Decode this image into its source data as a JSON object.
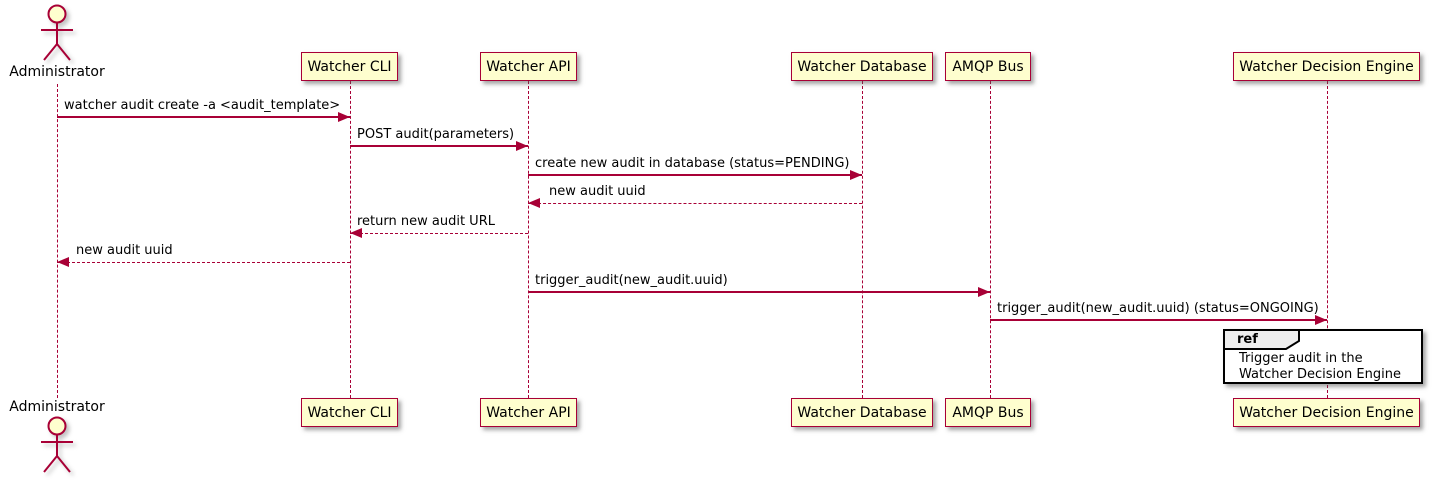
{
  "actor": {
    "name": "Administrator"
  },
  "participants": [
    {
      "label": "Watcher CLI"
    },
    {
      "label": "Watcher API"
    },
    {
      "label": "Watcher Database"
    },
    {
      "label": "AMQP Bus"
    },
    {
      "label": "Watcher Decision Engine"
    }
  ],
  "messages": [
    {
      "from": "Administrator",
      "to": "Watcher CLI",
      "style": "solid",
      "label": "watcher audit create -a <audit_template>"
    },
    {
      "from": "Watcher CLI",
      "to": "Watcher API",
      "style": "solid",
      "label": "POST audit(parameters)"
    },
    {
      "from": "Watcher API",
      "to": "Watcher Database",
      "style": "solid",
      "label": "create new audit in database (status=PENDING)"
    },
    {
      "from": "Watcher Database",
      "to": "Watcher API",
      "style": "dotted",
      "label": "new audit uuid"
    },
    {
      "from": "Watcher API",
      "to": "Watcher CLI",
      "style": "dotted",
      "label": "return new audit URL"
    },
    {
      "from": "Watcher CLI",
      "to": "Administrator",
      "style": "dotted",
      "label": "new audit uuid"
    },
    {
      "from": "Watcher API",
      "to": "AMQP Bus",
      "style": "solid",
      "label": "trigger_audit(new_audit.uuid)"
    },
    {
      "from": "AMQP Bus",
      "to": "Watcher Decision Engine",
      "style": "solid",
      "label": "trigger_audit(new_audit.uuid) (status=ONGOING)"
    }
  ],
  "ref": {
    "keyword": "ref",
    "line1": "Trigger audit in the",
    "line2": "Watcher Decision Engine"
  },
  "colors": {
    "line": "#A80036",
    "participant_fill": "#FEFECE",
    "text": "#000000",
    "ref_border": "#000000",
    "ref_header_fill": "#EEEEEE",
    "background": "#FFFFFF"
  }
}
